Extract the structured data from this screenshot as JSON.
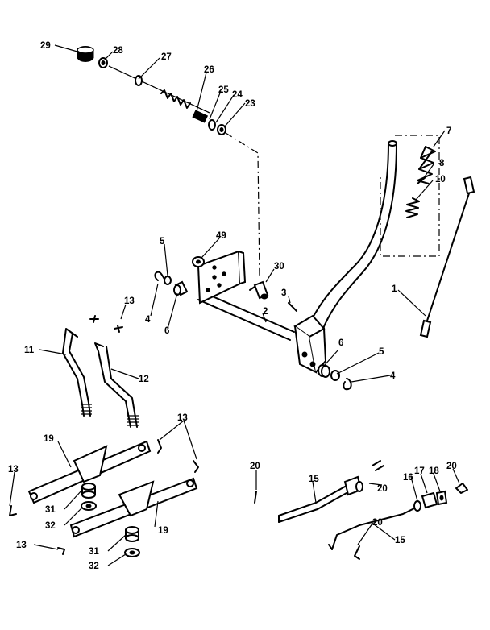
{
  "callouts": [
    {
      "id": "c29",
      "text": "29"
    },
    {
      "id": "c28",
      "text": "28"
    },
    {
      "id": "c27",
      "text": "27"
    },
    {
      "id": "c26",
      "text": "26"
    },
    {
      "id": "c25",
      "text": "25"
    },
    {
      "id": "c24",
      "text": "24"
    },
    {
      "id": "c23",
      "text": "23"
    },
    {
      "id": "c7",
      "text": "7"
    },
    {
      "id": "c8",
      "text": "8"
    },
    {
      "id": "c10",
      "text": "10"
    },
    {
      "id": "c49",
      "text": "49"
    },
    {
      "id": "c5a",
      "text": "5"
    },
    {
      "id": "c30",
      "text": "30"
    },
    {
      "id": "c3",
      "text": "3"
    },
    {
      "id": "c1",
      "text": "1"
    },
    {
      "id": "c4a",
      "text": "4"
    },
    {
      "id": "c6a",
      "text": "6"
    },
    {
      "id": "c2",
      "text": "2"
    },
    {
      "id": "c13a",
      "text": "13"
    },
    {
      "id": "c11",
      "text": "11"
    },
    {
      "id": "c12",
      "text": "12"
    },
    {
      "id": "c6b",
      "text": "6"
    },
    {
      "id": "c5b",
      "text": "5"
    },
    {
      "id": "c4b",
      "text": "4"
    },
    {
      "id": "c19a",
      "text": "19"
    },
    {
      "id": "c13b",
      "text": "13"
    },
    {
      "id": "c13c",
      "text": "13"
    },
    {
      "id": "c31a",
      "text": "31"
    },
    {
      "id": "c32a",
      "text": "32"
    },
    {
      "id": "c19b",
      "text": "19"
    },
    {
      "id": "c13d",
      "text": "13"
    },
    {
      "id": "c31b",
      "text": "31"
    },
    {
      "id": "c32b",
      "text": "32"
    },
    {
      "id": "c20a",
      "text": "20"
    },
    {
      "id": "c15a",
      "text": "15"
    },
    {
      "id": "c20b",
      "text": "20"
    },
    {
      "id": "c16",
      "text": "16"
    },
    {
      "id": "c17",
      "text": "17"
    },
    {
      "id": "c18",
      "text": "18"
    },
    {
      "id": "c20c",
      "text": "20"
    },
    {
      "id": "c20d",
      "text": "20"
    },
    {
      "id": "c15b",
      "text": "15"
    }
  ]
}
